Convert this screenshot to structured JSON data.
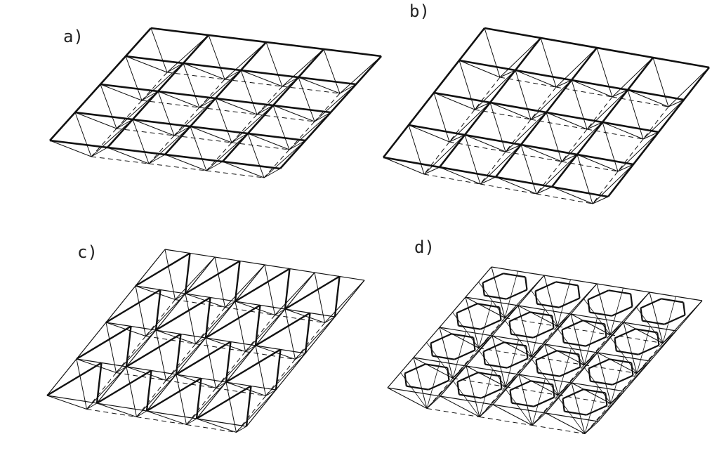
{
  "figure": {
    "panels": [
      {
        "id": "a",
        "label": "a)",
        "type": "square-pyramids"
      },
      {
        "id": "b",
        "label": "b)",
        "type": "offset-square-pyramids"
      },
      {
        "id": "c",
        "label": "c)",
        "type": "triangulated-pyramids"
      },
      {
        "id": "d",
        "label": "d)",
        "type": "hexagonal-pyramids"
      }
    ]
  }
}
